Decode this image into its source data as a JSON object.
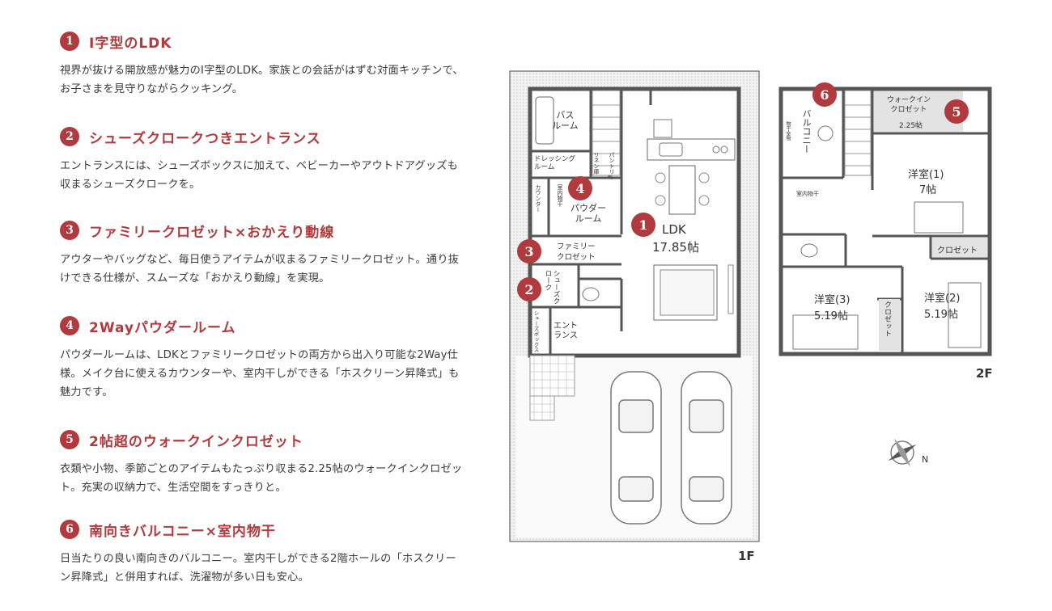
{
  "features": [
    {
      "num": "1",
      "title": "I字型のLDK",
      "desc": "視界が抜ける開放感が魅力のI字型のLDK。家族との会話がはずむ対面キッチンで、お子さまを見守りながらクッキング。"
    },
    {
      "num": "2",
      "title": "シューズクロークつきエントランス",
      "desc": "エントランスには、シューズボックスに加えて、ベビーカーやアウトドアグッズも収まるシューズクロークを。"
    },
    {
      "num": "3",
      "title": "ファミリークロゼット×おかえり動線",
      "desc": "アウターやバッグなど、毎日使うアイテムが収まるファミリークロゼット。通り抜けできる仕様が、スムーズな「おかえり動線」を実現。"
    },
    {
      "num": "4",
      "title": "2Wayパウダールーム",
      "desc": "パウダールームは、LDKとファミリークロゼットの両方から出入り可能な2Way仕様。メイク台に使えるカウンターや、室内干しができる「ホスクリーン昇降式」も魅力です。"
    },
    {
      "num": "5",
      "title": "2帖超のウォークインクロゼット",
      "desc": "衣類や小物、季節ごとのアイテムもたっぷり収まる2.25帖のウォークインクロゼット。充実の収納力で、生活空間をすっきりと。"
    },
    {
      "num": "6",
      "title": "南向きバルコニー×室内物干",
      "desc": "日当たりの良い南向きのバルコニー。室内干しができる2階ホールの「ホスクリーン昇降式」と併用すれば、洗濯物が多い日も安心。"
    }
  ],
  "floor1": {
    "label": "1F",
    "rooms": {
      "bath": "バス\nルーム",
      "dressing": "ドレッシング\nルーム",
      "linen": "リネン庫",
      "pantry": "パントリー",
      "counter": "カウンター",
      "dry": "室内物干",
      "powder": "パウダー\nルーム",
      "ldk": "LDK",
      "ldk_size": "17.85帖",
      "family": "ファミリー\nクロゼット",
      "shoes_cloak": "シューズクローク",
      "shoes_box": "シューズボックス",
      "entrance": "エント\nランス"
    }
  },
  "floor2": {
    "label": "2F",
    "rooms": {
      "balcony": "バルコニー",
      "dry_hole": "物干金物",
      "walkin": "ウォークイン\nクロゼット",
      "walkin_size": "2.25帖",
      "room1": "洋室(1)",
      "room1_size": "7帖",
      "dry_indoor": "室内物干",
      "closet": "クロゼット",
      "room2": "洋室(2)",
      "room2_size": "5.19帖",
      "room3": "洋室(3)",
      "room3_size": "5.19帖",
      "closet_v": "クロゼット"
    }
  },
  "badges": {
    "b1": "1",
    "b2": "2",
    "b3": "3",
    "b4": "4",
    "b5": "5",
    "b6": "6"
  },
  "compass": {
    "label": "N"
  },
  "colors": {
    "accent": "#b03a3e",
    "wall": "#555555",
    "tile": "#cfcfcf"
  }
}
